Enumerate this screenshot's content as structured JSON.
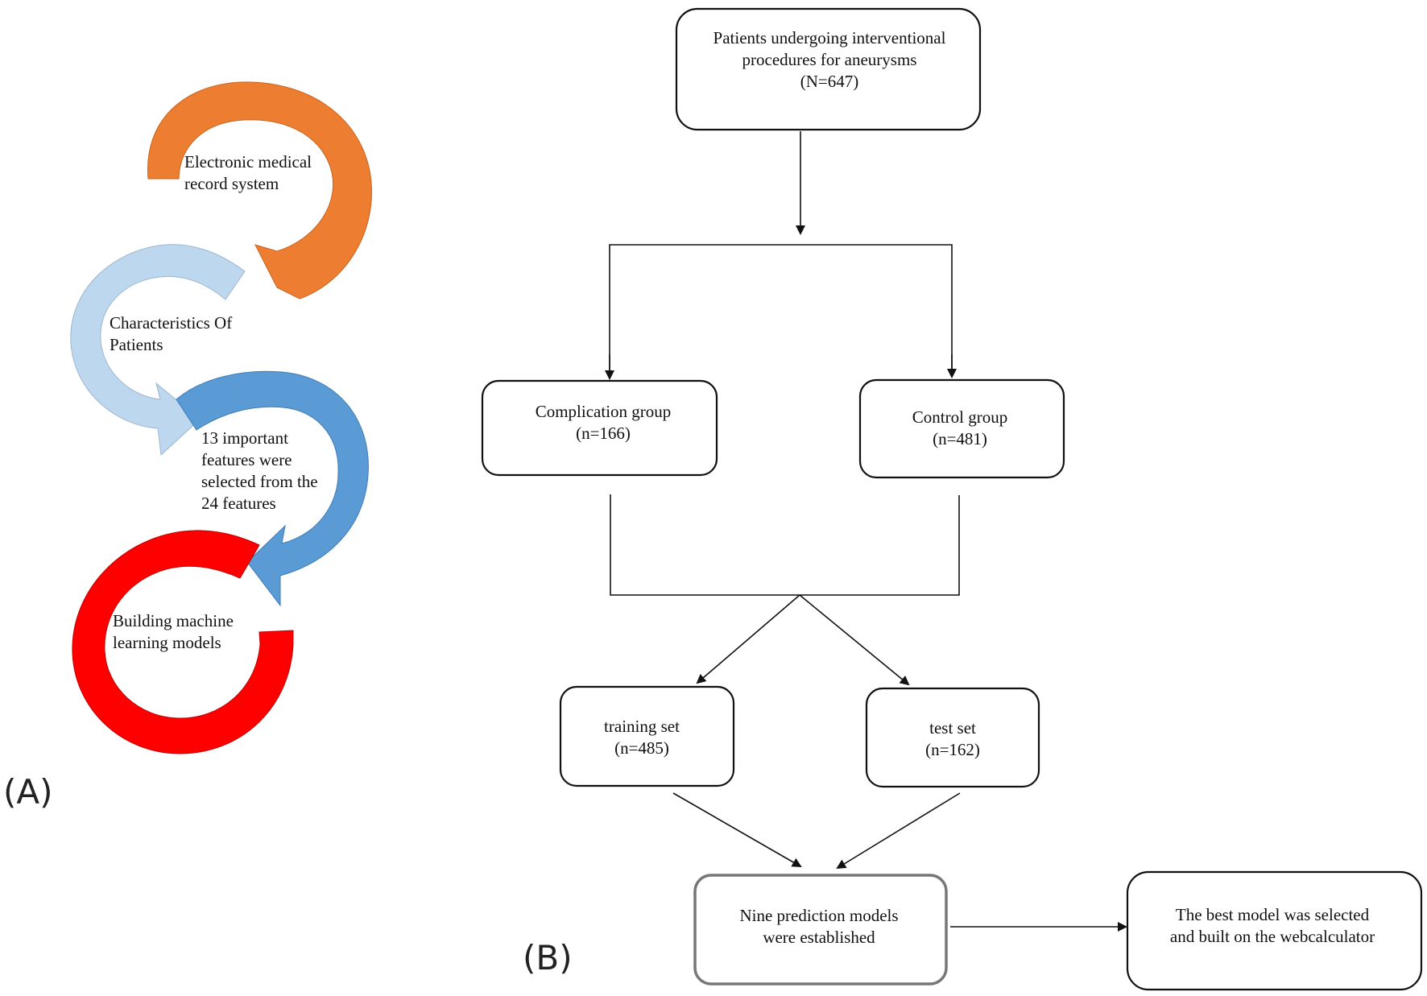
{
  "panel_a": {
    "tag": "(A)",
    "steps": [
      {
        "lines": [
          "Electronic medical",
          "record system"
        ],
        "color": "#ED7D31"
      },
      {
        "lines": [
          "Characteristics Of",
          "Patients"
        ],
        "color": "#BDD7EE"
      },
      {
        "lines": [
          "13 important",
          "features were",
          "selected from the",
          "24 features"
        ],
        "color": "#5B9BD5"
      },
      {
        "lines": [
          "Building machine",
          "learning models"
        ],
        "color": "#FF0000"
      }
    ]
  },
  "panel_b": {
    "tag": "(B)",
    "boxes": {
      "patients": {
        "lines": [
          "Patients undergoing interventional",
          "procedures for aneurysms",
          "(N=647)"
        ]
      },
      "complication": {
        "lines": [
          "Complication group",
          "(n=166)"
        ]
      },
      "control": {
        "lines": [
          "Control group",
          "(n=481)"
        ]
      },
      "training": {
        "lines": [
          "training set",
          "(n=485)"
        ]
      },
      "test": {
        "lines": [
          "test set",
          "(n=162)"
        ]
      },
      "models": {
        "lines": [
          "Nine prediction models",
          "were established"
        ]
      },
      "best": {
        "lines": [
          "The best model was selected",
          "and built on the webcalculator"
        ]
      }
    }
  }
}
